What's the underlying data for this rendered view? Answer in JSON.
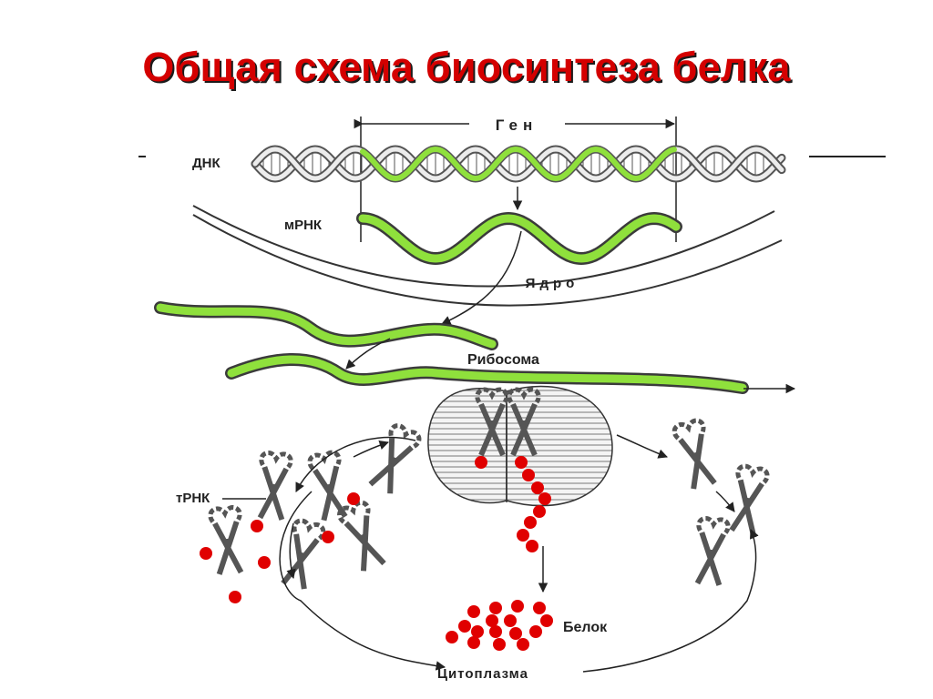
{
  "title": "Общая схема биосинтеза белка",
  "labels": {
    "gene": "Ген",
    "dna": "ДНК",
    "mrna": "мРНК",
    "nucleus": "Ядро",
    "ribosome": "Рибосома",
    "trna": "тРНК",
    "protein": "Белок",
    "cytoplasm": "Цитоплазма"
  },
  "colors": {
    "title": "#d40000",
    "rna": "#8fe03c",
    "amino_acid": "#e00000",
    "ink": "#222222"
  }
}
